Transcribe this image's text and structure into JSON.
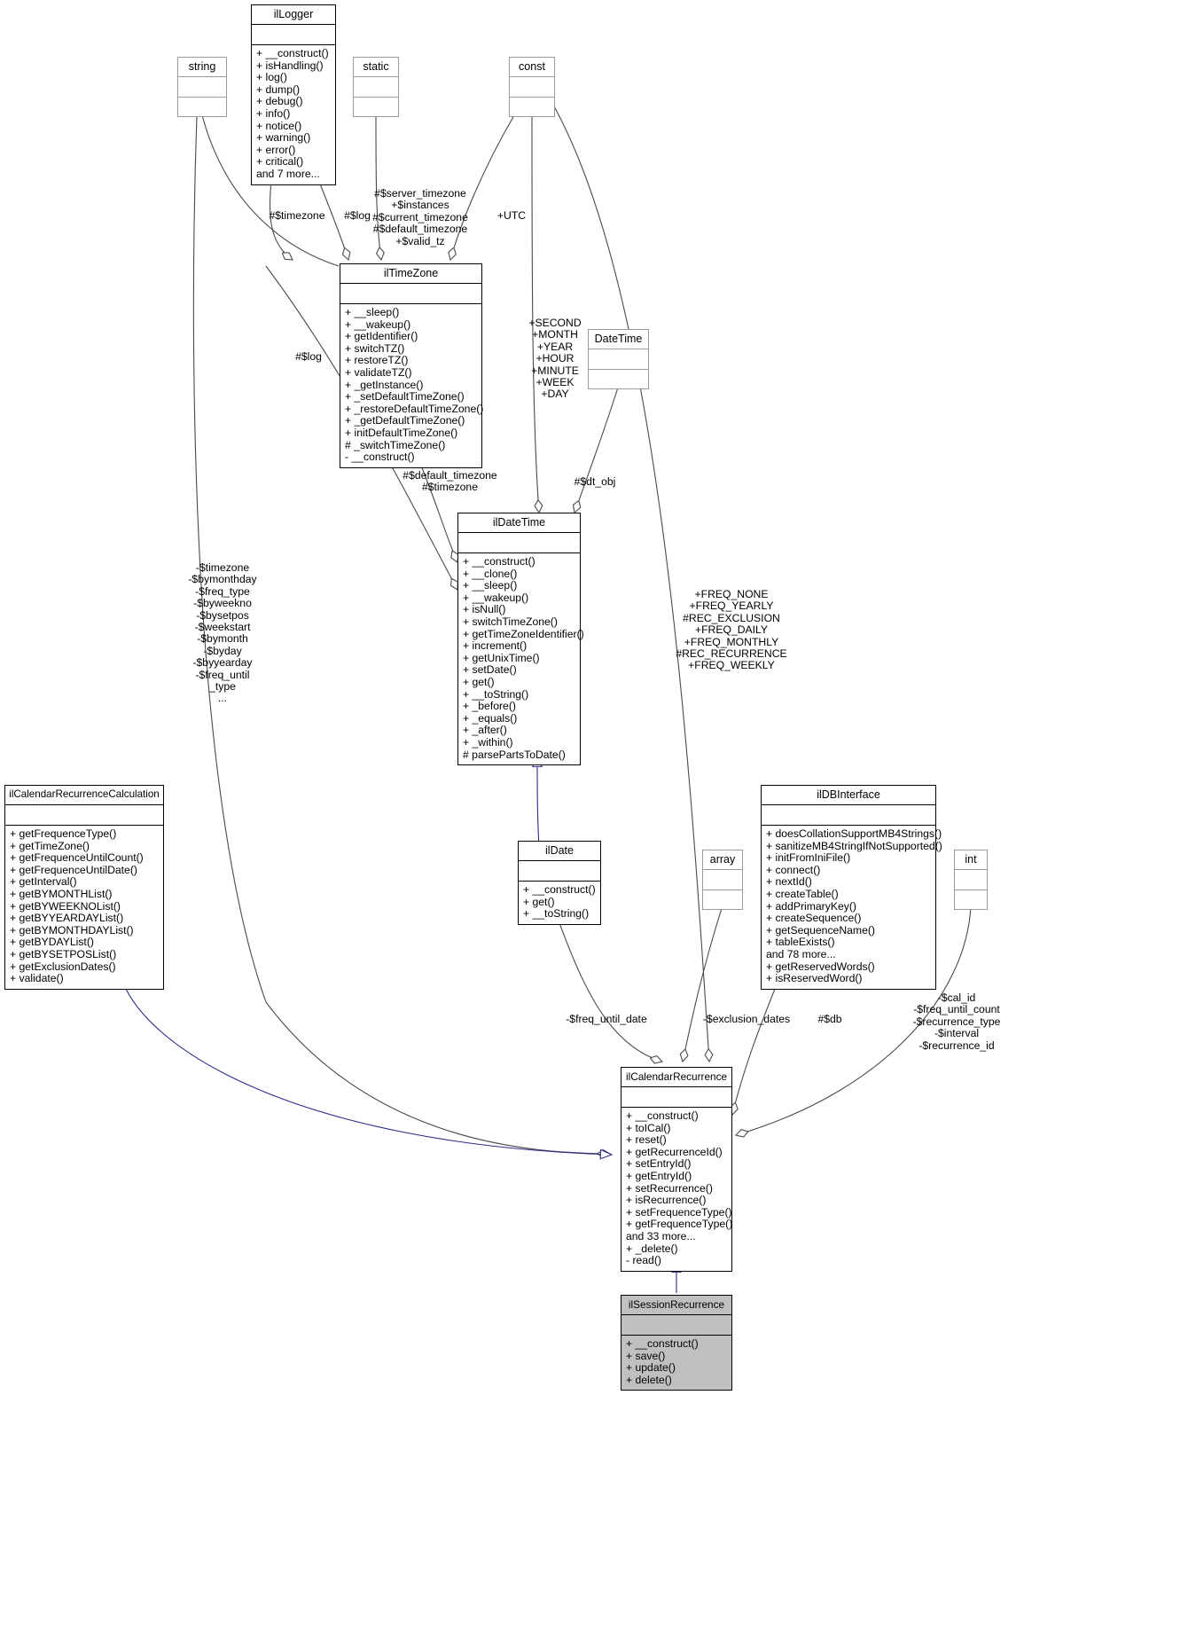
{
  "diagram": {
    "title": "ilSessionRecurrence UML collaboration diagram",
    "type": "uml-class-diagram"
  },
  "classes": {
    "ilLogger": {
      "name": "ilLogger",
      "attributes": [],
      "operations": [
        "+ __construct()",
        "+ isHandling()",
        "+ log()",
        "+ dump()",
        "+ debug()",
        "+ info()",
        "+ notice()",
        "+ warning()",
        "+ error()",
        "+ critical()",
        "and 7 more..."
      ]
    },
    "string": {
      "name": "string",
      "attributes": [],
      "operations": []
    },
    "static": {
      "name": "static",
      "attributes": [],
      "operations": []
    },
    "const": {
      "name": "const",
      "attributes": [],
      "operations": []
    },
    "DateTime": {
      "name": "DateTime",
      "attributes": [],
      "operations": []
    },
    "array": {
      "name": "array",
      "attributes": [],
      "operations": []
    },
    "int": {
      "name": "int",
      "attributes": [],
      "operations": []
    },
    "ilTimeZone": {
      "name": "ilTimeZone",
      "attributes": [],
      "operations": [
        "+ __sleep()",
        "+ __wakeup()",
        "+ getIdentifier()",
        "+ switchTZ()",
        "+ restoreTZ()",
        "+ validateTZ()",
        "+ _getInstance()",
        "+ _setDefaultTimeZone()",
        "+ _restoreDefaultTimeZone()",
        "+ _getDefaultTimeZone()",
        "+ initDefaultTimeZone()",
        "#  _switchTimeZone()",
        "-  __construct()"
      ]
    },
    "ilDateTime": {
      "name": "ilDateTime",
      "attributes": [],
      "operations": [
        "+ __construct()",
        "+ __clone()",
        "+ __sleep()",
        "+ __wakeup()",
        "+ isNull()",
        "+ switchTimeZone()",
        "+ getTimeZoneIdentifier()",
        "+ increment()",
        "+ getUnixTime()",
        "+ setDate()",
        "+ get()",
        "+ __toString()",
        "+ _before()",
        "+ _equals()",
        "+ _after()",
        "+ _within()",
        "# parsePartsToDate()"
      ]
    },
    "ilDate": {
      "name": "ilDate",
      "attributes": [],
      "operations": [
        "+ __construct()",
        "+ get()",
        "+ __toString()"
      ]
    },
    "ilCalendarRecurrenceCalculation": {
      "name": "ilCalendarRecurrenceCalculation",
      "attributes": [],
      "operations": [
        "+ getFrequenceType()",
        "+ getTimeZone()",
        "+ getFrequenceUntilCount()",
        "+ getFrequenceUntilDate()",
        "+ getInterval()",
        "+ getBYMONTHList()",
        "+ getBYWEEKNOList()",
        "+ getBYYEARDAYList()",
        "+ getBYMONTHDAYList()",
        "+ getBYDAYList()",
        "+ getBYSETPOSList()",
        "+ getExclusionDates()",
        "+ validate()"
      ]
    },
    "ilDBInterface": {
      "name": "ilDBInterface",
      "attributes": [],
      "operations": [
        "+ doesCollationSupportMB4Strings()",
        "+ sanitizeMB4StringIfNotSupported()",
        "+ initFromIniFile()",
        "+ connect()",
        "+ nextId()",
        "+ createTable()",
        "+ addPrimaryKey()",
        "+ createSequence()",
        "+ getSequenceName()",
        "+ tableExists()",
        "and 78 more...",
        "+ getReservedWords()",
        "+ isReservedWord()"
      ]
    },
    "ilCalendarRecurrence": {
      "name": "ilCalendarRecurrence",
      "attributes": [],
      "operations": [
        "+ __construct()",
        "+ toICal()",
        "+ reset()",
        "+ getRecurrenceId()",
        "+ setEntryId()",
        "+ getEntryId()",
        "+ setRecurrence()",
        "+ isRecurrence()",
        "+ setFrequenceType()",
        "+ getFrequenceType()",
        "and 33 more...",
        "+ _delete()",
        "- read()"
      ]
    },
    "ilSessionRecurrence": {
      "name": "ilSessionRecurrence",
      "attributes": [],
      "operations": [
        "+ __construct()",
        "+ save()",
        "+ update()",
        "+ delete()"
      ]
    }
  },
  "edge_labels": {
    "timezone_logger": "#$timezone",
    "log_static": "#$log",
    "tz_const_block": "#$server_timezone\n+$instances\n#$current_timezone\n#$default_timezone\n+$valid_tz",
    "utc": "+UTC",
    "log_left": "#$log",
    "datetime_consts": "+SECOND\n+MONTH\n+YEAR\n+HOUR\n+MINUTE\n+WEEK\n+DAY",
    "dt_obj": "#$dt_obj",
    "default_timezone_timezone": "#$default_timezone\n#$timezone",
    "string_recurrence_attrs": "-$timezone\n-$bymonthday\n-$freq_type\n-$byweekno\n-$bysetpos\n-$weekstart\n-$bymonth\n-$byday\n-$byyearday\n-$freq_until\n_type\n...",
    "freq_consts": "+FREQ_NONE\n+FREQ_YEARLY\n#REC_EXCLUSION\n+FREQ_DAILY\n+FREQ_MONTHLY\n#REC_RECURRENCE\n+FREQ_WEEKLY",
    "freq_until_date": "-$freq_until_date",
    "exclusion_dates": "-$exclusion_dates",
    "db": "#$db",
    "int_attrs": "-$cal_id\n-$freq_until_count\n-$recurrence_type\n-$interval\n-$recurrence_id"
  },
  "colors": {
    "box_border": "#000000",
    "thin_border": "#9a9a9a",
    "edge": "#4a4a4a",
    "inherit_edge": "#2a2a8a",
    "shaded_fill": "#c0c0c0",
    "background": "#ffffff"
  }
}
